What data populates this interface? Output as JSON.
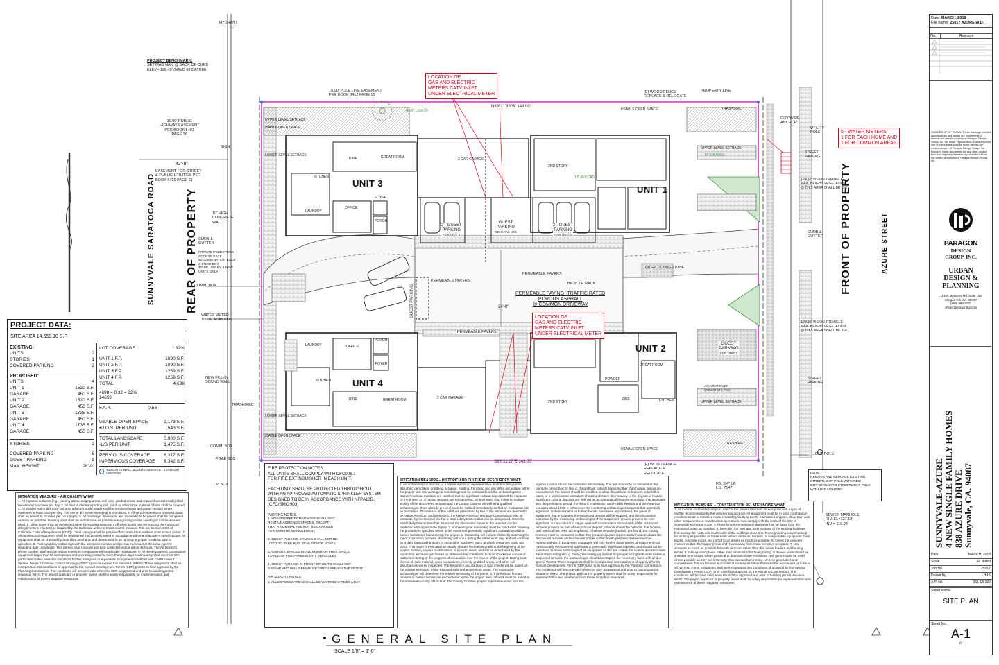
{
  "sheet": {
    "title": "GENERAL SITE PLAN",
    "scale": "SCALE 1/8\" = 1'-0\"",
    "sheet_name": "SITE PLAN",
    "sheet_no": "A-1",
    "of": "of"
  },
  "streets": {
    "west": "SUNNYVALE SARATOGA ROAD",
    "east": "AZURE STREET",
    "rear": "REAR OF PROPERTY",
    "front": "FRONT OF PROPERTY"
  },
  "units": [
    "UNIT 1",
    "UNIT 2",
    "UNIT 3",
    "UNIT 4"
  ],
  "parking_labels": {
    "p_unit3": [
      "2 - GUEST",
      "PARKING",
      "FOR UNIT 3"
    ],
    "p_general": [
      "GUEST",
      "PARKING",
      "GENERAL USE"
    ],
    "p_unit1": [
      "2 - GUEST",
      "PARKING",
      "FOR UNIT 1"
    ],
    "p_unit4": "GUEST PARKING",
    "p_unit2": [
      "GUEST",
      "PARKING",
      "FOR UNIT 2"
    ]
  },
  "rooms": {
    "dine": "DINE",
    "great_room": "GREAT ROOM",
    "garage": "2 CAR GARAGE",
    "office": "OFFICE",
    "kitchen": "KITCHEN",
    "powder": "POWDER",
    "laundry": "LAUNDRY",
    "porch": "PORCH",
    "foyer": "FOYER",
    "second_story": "2ND STORY"
  },
  "callouts": {
    "meters_top": [
      "LOCATION OF",
      "GAS AND ELECTRIC",
      "METERS CATV INLET",
      "UNDER ELECTRICAL METER"
    ],
    "meters_mid": [
      "LOCATION OF",
      "GAS AND ELECTRIC",
      "METERS CATV INLET",
      "UNDER ELECTRICAL METER"
    ],
    "water_meters": [
      "5 - WATER METERS",
      "1 FOR EACH HOME AND",
      "1 FOR COMMON AREAS"
    ]
  },
  "site_labels": {
    "hydrant": "HYDRANT",
    "benchmark": [
      "PROJECT BENCHMARK:",
      "SET MAG NAIL @ BACK OF CURB",
      "ELEV= 128.49' (NAVD 88 DATUM)"
    ],
    "pole_line": [
      "10.00' POLE LINE EASEMENT",
      "PER BOOK 3412 PAGE 15"
    ],
    "highway_easement": [
      "10.00' PUBLIC",
      "HIGHWAY EASEMENT",
      "PER BOOK 5403",
      "PAGE 36"
    ],
    "dim_42": "42'-8\"",
    "easement_street": [
      "EASEMENT FOR STREET",
      "& PUBLIC UTILITIES PER",
      "BOOK 6729 PAGE 21"
    ],
    "sign": "SIGN",
    "concrete_wall": [
      "10' HIGH",
      "CONCRETE",
      "WALL"
    ],
    "curb_gutter_w": [
      "CURB &",
      "GUTTER"
    ],
    "pedestrian": [
      "PRIVATE PEDESTRIAN",
      "ACCESS GATE",
      "W/COMBINATION LOCK",
      "& KNOX BOX",
      "TO BE USE BY 4 NEW",
      "UNITS ONLY"
    ],
    "comm_box": "COMM. BOX",
    "water_meter_abandon": [
      "WATER METER",
      "TO BE ABANDON"
    ],
    "sound_wall": [
      "NEW FILL-IN",
      "SOUND WALL"
    ],
    "trash_w": "TRASH/REC",
    "comm_box2": "COMM. BOX",
    "pge_box": "PG&E BOX",
    "tv_box": "T.V. BOX",
    "fence_top": [
      "(E) WOOD FENCE",
      "REPLACE & RELOCATE"
    ],
    "property_line": "PROPERTY LINE",
    "guy_wire": [
      "GUY WIRE",
      "ANCHOR"
    ],
    "utility_pole": [
      "UTILITY",
      "POLE"
    ],
    "street_parking": [
      "STREET",
      "PARKING"
    ],
    "vision_top": [
      "10'X10' VISION TRIANGLE",
      "MAX. HEIGHT VEGETATION",
      "@ THIS AREA SHALL BE 3'-6\""
    ],
    "curb_gutter_e": [
      "CURB &",
      "GUTTER"
    ],
    "vision_bottom": [
      "10'X10' VISION TRIANGLE",
      "MAX. HEIGHT VEGETATION",
      "@ THIS AREA SHALL BE 3'-6\""
    ],
    "street_parking2": [
      "STREET",
      "PARKING"
    ],
    "light_pole": "LIGHT POLE",
    "fence_bottom": [
      "(E) WOOD FENCE",
      "REPLACE &",
      "RELOCATE"
    ],
    "fd_pipe": [
      "FD. 3/4\" I.P.",
      "L.S. 7147"
    ],
    "light_note": [
      "NOTE:",
      "REMOVE AND REPLACE EXISTING",
      "STREETLIGHT POLE WITH NEW",
      "CITY STANDARD STREETLIGHT POLE",
      "WITH LED LIGHTING"
    ],
    "sewer": [
      "SEWER MANHOLE",
      "RIM EL=127.18'",
      "INV = 119.93'"
    ],
    "bearing_top": "N89°21'36\"W   143.00'",
    "bearing_bottom": "S89°21'27\"E   143.00'",
    "permeable_paving": [
      "PERMEABLE PAVING -TRAFFIC RATED",
      "POROUS ASPHALT",
      "@ COMMON DRIVEWAY"
    ],
    "permeable_pavers": "PERMEABLE PAVERS",
    "interlocking": "INTERLOCKING STONE",
    "bicycle_rack": "BICYCLE RACK",
    "dim_24": "24'-0\"",
    "open_space": "USABLE OPEN SPACE",
    "upper_setback": "UPPER LEVEL SETBACK",
    "lower_setback": "LOWER LEVEL SETBACK",
    "trash_e": "TRASH/REC",
    "ac_unit": [
      "A/C UNIT OVER",
      "CONCRETE PAD"
    ],
    "lemon": "(E) 8\" LEMON",
    "orange": "14\" ORANGE",
    "avocado": "18\" AVOCADO"
  },
  "project_data": {
    "title": "PROJECT DATA:",
    "site_area": "SITE AREA 14,659.10 S.F.",
    "existing_h": "EXISTING:",
    "existing": [
      [
        "UNITS",
        "2"
      ],
      [
        "STORIES",
        "1"
      ],
      [
        "COVERED PARKING",
        "2"
      ]
    ],
    "proposed_h": "PROPOSED:",
    "proposed": [
      [
        "UNITS",
        "4"
      ],
      [
        "UNIT 1",
        "1520 S.F."
      ],
      [
        "GARAGE",
        "450 S.F."
      ],
      [
        "UNIT 2",
        "1520 S.F."
      ],
      [
        "GARAGE",
        "450 S.F."
      ],
      [
        "UNIT 3",
        "1735 S.F."
      ],
      [
        "GARAGE",
        "450 S.F."
      ],
      [
        "UNIT 4",
        "1735 S.F."
      ],
      [
        "GARAGE",
        "450 S.F."
      ]
    ],
    "stories": [
      "STORIES",
      "2"
    ],
    "parking": [
      [
        "COVERED PARKING",
        "8"
      ],
      [
        "GUEST PARKING",
        "9"
      ],
      [
        "MAX. HEIGHT",
        "28'-0\""
      ]
    ],
    "lot_coverage": [
      "LOT COVERAGE",
      "32%"
    ],
    "footprints": [
      [
        "UNIT 1 F.P.",
        "1090 S.F."
      ],
      [
        "UNIT 2 F.P.",
        "1090 S.F."
      ],
      [
        "UNIT 3 F.P.",
        "1259 S.F."
      ],
      [
        "UNIT 4 F.P.",
        "1259 S.F."
      ],
      [
        "TOTAL",
        "4,698"
      ]
    ],
    "ratio": "4698 = 0.32 = 32%",
    "ratio_den": "14659",
    "far": [
      "F.A.R.",
      "0.56"
    ],
    "open_space": [
      [
        "USABLE OPEN SPACE",
        "2,173 S.F."
      ],
      [
        "•U.O.S. PER UNIT",
        "543 S.F."
      ]
    ],
    "landscape": [
      [
        "TOTAL LANDSCAPE",
        "5,900 S.F."
      ],
      [
        "•L/S PER UNIT",
        "1,475 S.F."
      ]
    ],
    "coverage": [
      [
        "PERVIOUS COVERAGE",
        "6,317 S.F."
      ],
      [
        "IMPERVIOUS COVERAGE",
        "8,342 S.F."
      ]
    ],
    "lighting": "INDICATES WALL MOUNTED INDIRECT EXTERIOR LIGHTING"
  },
  "fire_notes": {
    "title": "FIRE PROTECTION NOTES:",
    "lines": [
      "ALL UNITS SHALL COMPLY WITH CFC906.1",
      "FOR FIRE EXTINGUISHER IN EACH UNIT.",
      "",
      "EACH UNIT SHALL BE PROTECTED THROUGHOUT",
      "WITH AN APPROVED AUTOMATIC SPRINKLER SYSTEM",
      "DESIGNED TO BE IN ACCORDANCE WITH NFPA13D.",
      "(CFC/SMC 903)"
    ],
    "parking_title": "PARKING NOTES:",
    "parking": [
      "1. HOA/PROPERTY MANAGER SHALL NOT",
      "RENT UNASSIGNED SPACES, EXCEPT",
      "THAT A NOMINAL FEE MAY BE CHARGED",
      "FOR PARKING MANAGEMENT.",
      "",
      "2. GUEST PARKING SPACES SHALL NOT BE",
      "USED TO PARK RV'S TRAILERS OR BOATS.",
      "",
      "3. GARAGE SPACES SHALL MAINTAIN FREE SPACE",
      "TO ALLOW FOR PARKING OF 2 VEHICULES",
      "",
      "4. GUEST PARKING IN FRONT OF UNIT 2 SHALL NOT",
      "EXPAND AND WILL REMAIN RETAINED AREA IN THE FRONT."
    ],
    "air_title": "AIR QUALITY NOTES:",
    "air": "1. ALL EXPOSED AREAS SHALL BE WATERED 3 TIMES A DAY."
  },
  "mitigation": {
    "air_title": "MITIGATION MEASURE – AIR QUALITY WHAT:",
    "air_text": "1. All exposed surfaces (e.g., parking areas, staging areas, soil piles, graded areas, and unpaved access roads) shall be watered two times per day. 2. All haul trucks transporting soil, sand, or other loose material off-site shall be covered. 3. All visible mud or dirt track-out onto adjacent public roads shall be removed using wet power vacuum street sweepers at least once per day. The use of dry power sweeping is prohibited. 4. All vehicle speeds on unpaved roads shall be limited to 15 miles per hour (mph). 5. All roadways, driveways, and sidewalks to be paved shall be completed as soon as possible. Building pads shall be laid as soon as possible after grading unless seeding or soil binders are used. 6. Idling times shall be minimized either by shutting equipment off when not in use or reducing the maximum idling time to 5 minutes (as required by the California airborne toxics control measure Title 13, Section 2485 of California Code of Regulations [CCR]). Clear signage shall be provided for construction workers at all access points. 7. All construction equipment shall be maintained and properly tuned in accordance with manufacturer's specifications. All equipment shall be checked by a certified mechanic and determined to be running in proper condition prior to operation. 8. Post a publicly visible sign with the telephone number and person to contact at the Lead Agency regarding dust complaints. This person shall respond and take corrective action within 48 hours. The Air District's phone number shall also be visible to ensure compliance with applicable regulations. 9. All diesel-powered construction equipment larger than 50 horsepower and operating onsite for more than two days continuously shall meet US EPA particulate matter emission standards for Tier 2 engines or equivalent. Equipment retrofitted with CARB Level 3 Verified Diesel Emissions Control Strategy (VDECS) would exceed this standard. WHEN: These mitigations shall be incorporated into conditions of approval for the Special Development Permit (SDP) prior to its final approval by the Planning Commission. The conditions will become valid when the SDP is approved and prior to building permit issuance. WHO: The project applicant or property owner shall be solely responsible for implementation and maintenance of these mitigation measures.",
    "hist_title": "MITIGATION MEASURE – HISTORIC AND CULTURAL RESOURCES WHAT:",
    "hist_text": "1. An archaeological monitor or a Native American representative must monitor ground disturbing demolition, grubbing, scraping, grading, trenching and any other excavation within the project site. Archaeological monitoring must be continued until the archaeologist or Native American monitors are satisfied that no significant cultural deposits will be impacted by the project. 2. If human remains are encountered, all work must stop in the immediate vicinity of the discovered remains and the County Coroner as well as a qualified archaeologist (if not already present) must be notified immediately so that an evaluation can be performed. Procedures at this point are prescribed by law. If the remains are deemed to be Native American and prehistoric, the Native American Heritage Commission must be contacted by the Coroner so that a Most Likely Descendant can be designated. Once the Most Likely Descendant has inspected the discovered remains, the remains can be reinterred with appropriate dignity. 3. Archaeological monitoring must be conducted following the procedures specified below in the event that potentially significant cultural deposits or human burials are found during the project. a. Monitoring will consist of directly watching the major excavation process. Monitoring will occur during the entire work day, and will continue on a daily basis until a depth of excavation has been reach at which resources could not occur. This depth is estimated as usually about 5 feet below grade at the beginning of the project, but may require modifications to specific areas, and will be determined by the monitoring archaeologist based on observed soil conditions. b. Spot checks will consist of partial monitoring of the progress of excavation over the course of the project. During spot checks all soils material, open excavations, recently grubbed areas, and other soil disturbances will be inspected. The frequency and duration of spot checks will be based on the relative sensitivity of the exposed soils and active work areas. The monitoring archaeologist will determine the relative sensitivity of the parcel. c. If prehistoric human remains or human burials are encountered within the project area, all work must be halted in the immediate vicinity of the find. The County Coroner, project superintendence, and the Agency Liaison should be contacted immediately. The procedures to be followed at this point are prescribed by law. d. If significant cultural deposits other than human burials are encountered, the project should be modified to allow the artifacts or features to be left in place, or a professional consultant should undertake the recovery of the deposit or feature. Significant cultural deposits are defined as archaeological features or artifacts that associate with the prehistoric period, the historic era Mission and Pueblo Periods and the American era up to about 1900. e. Whenever the monitoring archaeologist suspects that potentially significant cultural remains or human burials have been encountered, the piece of equipment that encounters the suspected deposit will be stopped, and the excavation inspected by the monitoring archaeologist. If the suspected remains prove to be non-significant or non-cultural in origin, work will recommence immediately. If the suspected remains prove to be part of a significant deposit, all work should be halted in that location until removal has been accomplished. If human remains (burials) are found, the County Coroner must be contacted so that they (or a designated representative) can evaluate the discovered remains and implement proper contacts with pertinent Native American representatives. f. Equipment stoppages will only involve those pieces of equipment that have actually encountered significant or potentially significant deposits, and should not be construed to mean a stoppage of all equipment on the site unless the cultural deposit covers the entire building site. g. During temporary equipment stoppages brought about to examine suspected remains, the archaeologist should accomplish the necessary tasks with all due speed. WHEN: These mitigations shall be incorporated into conditions of approval for the Special Development Permit (SDP) prior to its final approval by the Planning Commission. The conditions will become valid when the SDP is approved and prior to building permit issuance. WHO: The project applicant or property owner shall be solely responsible for implementation and maintenance of these mitigation measures.",
    "noise_title": "MITIGATION MEASURE – CONSTRUCTION RELATED NOISE WHAT:",
    "noise_text": "1. All internal combustion engines used at the project site must be equipped with a type of muffler recommended by the vehicle manufacturer. All equipment must be in good mechanical condition so as to minimize noise created by faulty or poorly maintained engines, drive-train and other components. 2. Construction operations must comply with the limits of the City of Sunnyvale Municipal Code. 3. Place long-term stationary equipment as far away from the residential areas as possible. 4. Demolish the east and west portions of the existing buildings first leaving the north and south walls of the buildings closest to the neighboring residences up for as long as possible as these walls will act as sound barriers. 5. Keep mobile equipment (haul trucks, concrete trucks, etc.) off of local streets as much as possible. 6. Orient the concrete crusher so that the hopper (noise end) faces away from noise sensitive receptors. 7. Use scrapers as much as possible for earth removal, rather than the noisier loaders and hauling trucks. 8. Use a motor grader rather than a bulldozer for final grading. 9. Power saws should be shielded or enclosed where practical to decrease noise emissions. Nail guns should be used where possible as they are less noisy than manual hammering. 10. Use generators and compressors that are housed in acoustical enclosures rather than weather enclosures or none at all. WHEN: These mitigations shall be incorporated into conditions of approval for the Special Development Permit (SDP) prior to its final approval by the Planning Commission. The conditions will become valid when the SDP is approved and prior to building permit issuance. WHO: The project applicant or property owner shall be solely responsible for implementation and maintenance of these mitigation measures."
  },
  "title_block": {
    "date_label": "Date:",
    "date": "MARCH, 2018",
    "job_label": "File name:",
    "job": "25017 AZURE W.D.",
    "rev_no": "No.",
    "rev_title": "Revision",
    "ownership": "OWNERSHIP OF PLANS: These drawings, related specifications and details are instruments of service and remain property of Paragon Design Group, Inc. No reuse, reproduction or unauthorized use of these plans shall be made without the written consent of Paragon Design Group, Inc. Reuse of these documents for any other project than that originally intended is prohibited without the written permission of Paragon Design Group, Inc.",
    "firm1": "PARAGON",
    "firm2": "DESIGN",
    "firm3": "GROUP, INC.",
    "tag1": "URBAN",
    "tag2": "DESIGN &",
    "tag3": "PLANNING",
    "address": [
      "16165 Monterey Rd. Suite 103",
      "Morgan Hill, CA. 95037",
      "(669) 888-3707",
      "office@paragondgi.com"
    ],
    "project": [
      "SUNNYVALE-AZURE",
      "4 NEW SINGLE FAMILY HOMES",
      "838 AZURE DRIVE",
      "Sunnyvale, CA. 94087"
    ],
    "fields": [
      [
        "Date",
        "MARCH, 2018"
      ],
      [
        "Scale",
        "As Noted"
      ],
      [
        "Job No.",
        "25017"
      ],
      [
        "Drawn By",
        "HAS"
      ],
      [
        "A.P. No.",
        "211-18-030"
      ]
    ],
    "sheet_name_label": "Sheet Name:",
    "sheet_no_label": "Sheet No."
  },
  "colors": {
    "property_line": "#d400d4",
    "callout": "#e0001a",
    "landscape": "#3a9a3a",
    "paving": "#bdbdbd"
  }
}
